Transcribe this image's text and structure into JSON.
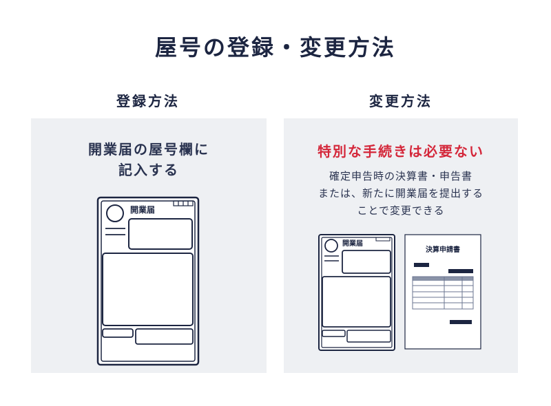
{
  "title": "屋号の登録・変更方法",
  "left": {
    "heading": "登録方法",
    "lines": [
      "開業届の屋号欄に",
      "記入する"
    ],
    "form_label": "開業届"
  },
  "right": {
    "heading": "変更方法",
    "highlight": "特別な手続きは必要ない",
    "lines": [
      "確定申告時の決算書・申告書",
      "または、新たに開業届を提出する",
      "ことで変更できる"
    ],
    "form_label": "開業届",
    "doc_label": "決算申請書"
  },
  "colors": {
    "navy": "#1c2541",
    "red": "#d4273a",
    "panel_bg": "#eef0f3"
  }
}
